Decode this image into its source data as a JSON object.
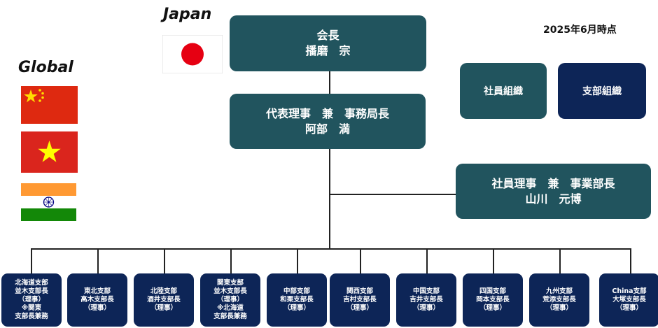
{
  "date": "2025年6月時点",
  "labels": {
    "japan": "Japan",
    "global": "Global"
  },
  "chairman": {
    "title": "会長",
    "name": "播磨　宗"
  },
  "representative": {
    "title": "代表理事　兼　事務局長",
    "name": "阿部　満"
  },
  "legend": {
    "staff_org": "社員組織",
    "branch_org": "支部組織"
  },
  "staff_director": {
    "title": "社員理事　兼　事業部長",
    "name": "山川　元博"
  },
  "branches": [
    {
      "lines": [
        "北海道支部",
        "並木支部長",
        "（理事）",
        "※関東",
        "支部長兼務"
      ]
    },
    {
      "lines": [
        "東北支部",
        "高木支部長",
        "（理事）"
      ]
    },
    {
      "lines": [
        "北陸支部",
        "酒井支部長",
        "（理事）"
      ]
    },
    {
      "lines": [
        "関東支部",
        "並木支部長",
        "（理事）",
        "※北海道",
        "支部長兼務"
      ]
    },
    {
      "lines": [
        "中部支部",
        "和栗支部長",
        "（理事）"
      ]
    },
    {
      "lines": [
        "関西支部",
        "吉村支部長",
        "（理事）"
      ]
    },
    {
      "lines": [
        "中国支部",
        "吉井支部長",
        "（理事）"
      ]
    },
    {
      "lines": [
        "四国支部",
        "岡本支部長",
        "（理事）"
      ]
    },
    {
      "lines": [
        "九州支部",
        "荒添支部長",
        "（理事）"
      ]
    },
    {
      "lines": [
        "China支部",
        "大塚支部長",
        "（理事）"
      ]
    }
  ],
  "flags": [
    "japan-flag",
    "china-flag",
    "vietnam-flag",
    "india-flag"
  ],
  "colors": {
    "teal": "#21545e",
    "navy": "#0d2557"
  }
}
